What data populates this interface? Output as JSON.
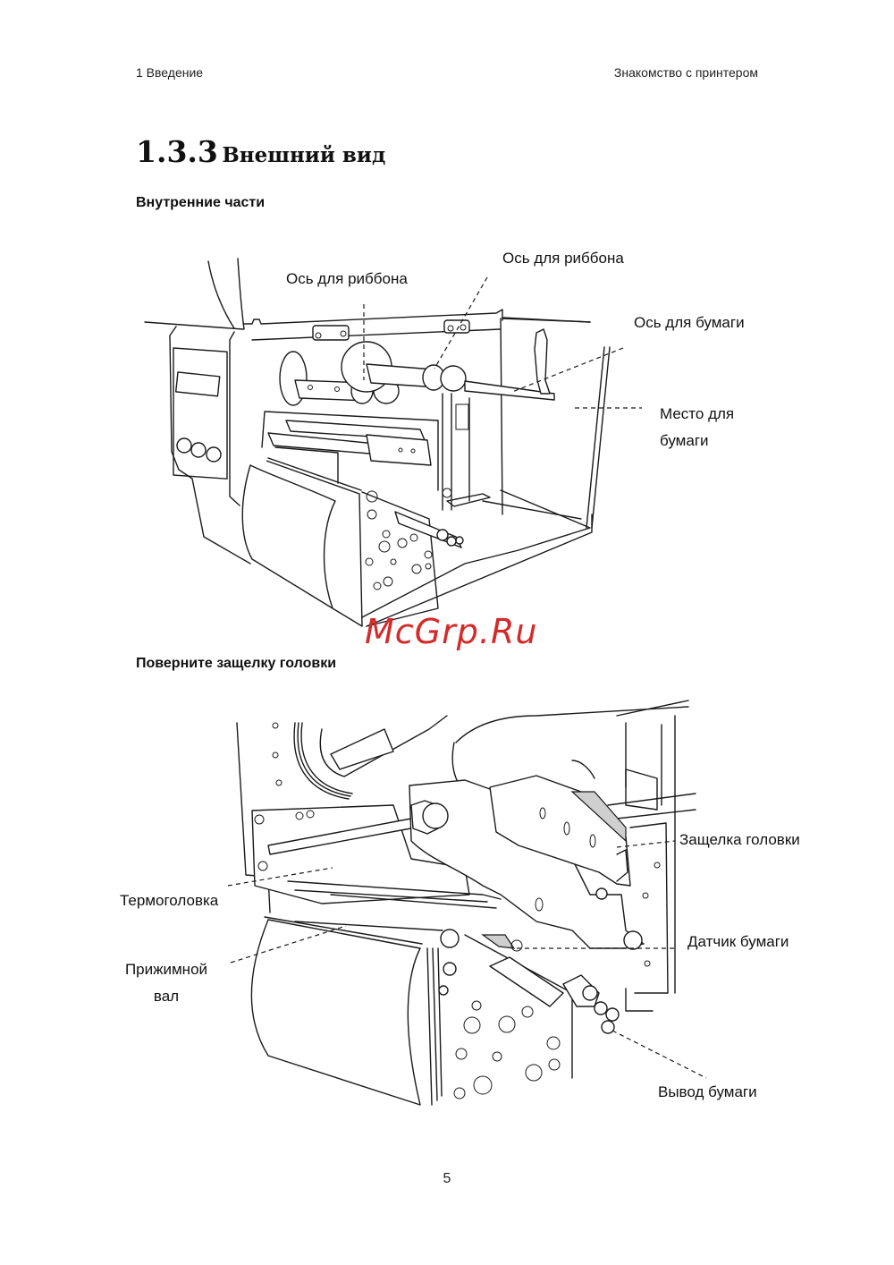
{
  "header": {
    "chapter": "1 Введение",
    "section": "Знакомство с принтером"
  },
  "title": {
    "number": "1.3.3",
    "text": "Внешний вид"
  },
  "figure1": {
    "subtitle": "Внутренние части",
    "labels": {
      "ribbon_axis_left": "Ось для риббона",
      "ribbon_axis_right": "Ось для риббона",
      "paper_axis": "Ось для бумаги",
      "paper_place_line1": "Место для",
      "paper_place_line2": "бумаги"
    }
  },
  "watermark": {
    "text": "McGrp.Ru",
    "color": "#d42a2a"
  },
  "figure2": {
    "subtitle": "Поверните защелку головки",
    "labels": {
      "head_latch": "Защелка головки",
      "thermal_head": "Термоголовка",
      "platen_line1": "Прижимной",
      "platen_line2": "вал",
      "paper_sensor": "Датчик бумаги",
      "paper_output": "Вывод бумаги"
    }
  },
  "footer": {
    "page_number": "5"
  }
}
